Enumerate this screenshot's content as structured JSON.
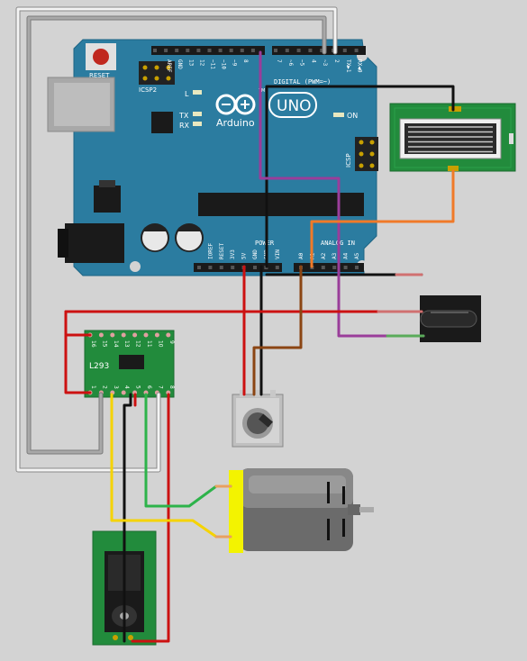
{
  "arduino": {
    "reset_label": "RESET",
    "icsp2_label": "ICSP2",
    "l_label": "L",
    "tx_label": "TX",
    "rx_label": "RX",
    "brand_label": "Arduino",
    "model_label": "UNO",
    "on_label": "ON",
    "icsp_label": "ICSP",
    "digital_label": "DIGITAL (PWM=~)",
    "power_label": "POWER",
    "analog_label": "ANALOG IN",
    "tm_label": "TM",
    "top_pins": [
      "AREF",
      "GND",
      "13",
      "12",
      "~11",
      "~10",
      "~9",
      "8",
      "7",
      "~6",
      "~5",
      "4",
      "~3",
      "2",
      "TX▶1",
      "RX◀0"
    ],
    "bottom_pins": [
      "IOREF",
      "RESET",
      "3V3",
      "5V",
      "GND",
      "GND",
      "VIN",
      "A0",
      "A1",
      "A2",
      "A3",
      "A4",
      "A5"
    ]
  },
  "driver": {
    "chip_label": "L293",
    "top_pins": [
      "16",
      "15",
      "14",
      "13",
      "12",
      "11",
      "10",
      "9"
    ],
    "bottom_pins": [
      "1",
      "2",
      "3",
      "4",
      "5",
      "6",
      "7",
      "8"
    ]
  },
  "colors": {
    "background": "#d3d3d3",
    "board": "#2b7ca0",
    "module": "#228b3c",
    "wire_red": "#cc1111",
    "wire_black": "#111111",
    "wire_white": "#f4f4f4",
    "wire_gray": "#9a9a9a",
    "wire_purple": "#9a3d9a",
    "wire_orange": "#f07a28",
    "wire_brown": "#8b4513",
    "wire_yellow": "#f5d300",
    "wire_green": "#2db34a",
    "motor_cap": "#f3f300"
  }
}
